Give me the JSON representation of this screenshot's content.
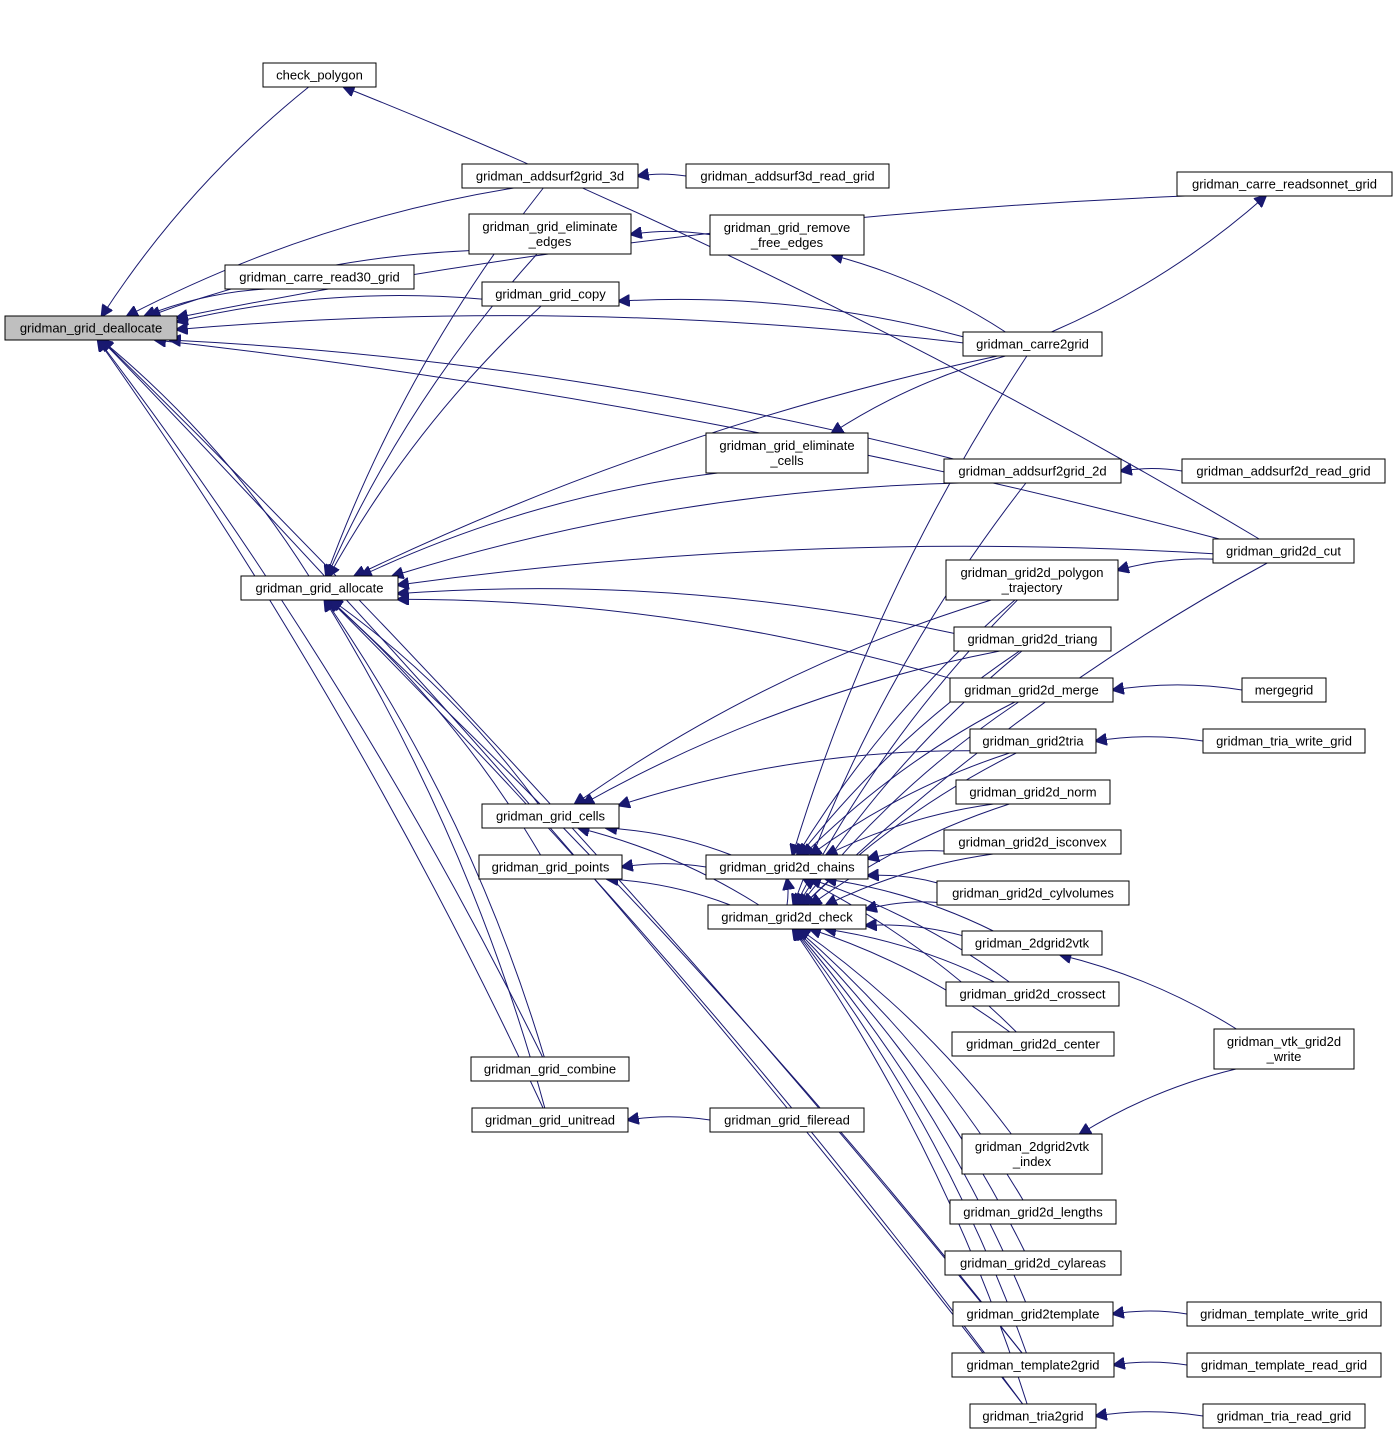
{
  "graph_title": "",
  "colors": {
    "edge": "#191970",
    "node_border": "#000000",
    "root_fill": "#bfbfbf",
    "node_fill": "#ffffff"
  },
  "nodes": {
    "root": {
      "lines": [
        "gridman_grid_deallocate"
      ]
    },
    "check_polygon": {
      "lines": [
        "check_polygon"
      ]
    },
    "addsurf2grid_3d": {
      "lines": [
        "gridman_addsurf2grid_3d"
      ]
    },
    "addsurf3d_read_grid": {
      "lines": [
        "gridman_addsurf3d_read_grid"
      ]
    },
    "grid_eliminate_edges": {
      "lines": [
        "gridman_grid_eliminate",
        "_edges"
      ]
    },
    "grid_remove_free_edges": {
      "lines": [
        "gridman_grid_remove",
        "_free_edges"
      ]
    },
    "carre_read30_grid": {
      "lines": [
        "gridman_carre_read30_grid"
      ]
    },
    "grid_copy": {
      "lines": [
        "gridman_grid_copy"
      ]
    },
    "carre_readsonnet_grid": {
      "lines": [
        "gridman_carre_readsonnet_grid"
      ]
    },
    "carre2grid": {
      "lines": [
        "gridman_carre2grid"
      ]
    },
    "grid_eliminate_cells": {
      "lines": [
        "gridman_grid_eliminate",
        "_cells"
      ]
    },
    "addsurf2grid_2d": {
      "lines": [
        "gridman_addsurf2grid_2d"
      ]
    },
    "addsurf2d_read_grid": {
      "lines": [
        "gridman_addsurf2d_read_grid"
      ]
    },
    "grid2d_cut": {
      "lines": [
        "gridman_grid2d_cut"
      ]
    },
    "grid_allocate": {
      "lines": [
        "gridman_grid_allocate"
      ]
    },
    "grid2d_polygon_trajectory": {
      "lines": [
        "gridman_grid2d_polygon",
        "_trajectory"
      ]
    },
    "grid2d_triang": {
      "lines": [
        "gridman_grid2d_triang"
      ]
    },
    "grid2d_merge": {
      "lines": [
        "gridman_grid2d_merge"
      ]
    },
    "mergegrid": {
      "lines": [
        "mergegrid"
      ]
    },
    "grid2tria": {
      "lines": [
        "gridman_grid2tria"
      ]
    },
    "tria_write_grid": {
      "lines": [
        "gridman_tria_write_grid"
      ]
    },
    "grid2d_norm": {
      "lines": [
        "gridman_grid2d_norm"
      ]
    },
    "grid_cells": {
      "lines": [
        "gridman_grid_cells"
      ]
    },
    "grid2d_isconvex": {
      "lines": [
        "gridman_grid2d_isconvex"
      ]
    },
    "grid_points": {
      "lines": [
        "gridman_grid_points"
      ]
    },
    "grid2d_chains": {
      "lines": [
        "gridman_grid2d_chains"
      ]
    },
    "grid2d_cylvolumes": {
      "lines": [
        "gridman_grid2d_cylvolumes"
      ]
    },
    "grid2d_check": {
      "lines": [
        "gridman_grid2d_check"
      ]
    },
    "2dgrid2vtk": {
      "lines": [
        "gridman_2dgrid2vtk"
      ]
    },
    "grid2d_crossect": {
      "lines": [
        "gridman_grid2d_crossect"
      ]
    },
    "vtk_grid2d_write": {
      "lines": [
        "gridman_vtk_grid2d",
        "_write"
      ]
    },
    "grid2d_center": {
      "lines": [
        "gridman_grid2d_center"
      ]
    },
    "grid_combine": {
      "lines": [
        "gridman_grid_combine"
      ]
    },
    "grid_unitread": {
      "lines": [
        "gridman_grid_unitread"
      ]
    },
    "grid_fileread": {
      "lines": [
        "gridman_grid_fileread"
      ]
    },
    "2dgrid2vtk_index": {
      "lines": [
        "gridman_2dgrid2vtk",
        "_index"
      ]
    },
    "grid2d_lengths": {
      "lines": [
        "gridman_grid2d_lengths"
      ]
    },
    "grid2d_cylareas": {
      "lines": [
        "gridman_grid2d_cylareas"
      ]
    },
    "grid2template": {
      "lines": [
        "gridman_grid2template"
      ]
    },
    "template_write_grid": {
      "lines": [
        "gridman_template_write_grid"
      ]
    },
    "template2grid": {
      "lines": [
        "gridman_template2grid"
      ]
    },
    "template_read_grid": {
      "lines": [
        "gridman_template_read_grid"
      ]
    },
    "tria2grid": {
      "lines": [
        "gridman_tria2grid"
      ]
    },
    "tria_read_grid": {
      "lines": [
        "gridman_tria_read_grid"
      ]
    }
  },
  "edges": [
    [
      "check_polygon",
      "root"
    ],
    [
      "addsurf2grid_3d",
      "root"
    ],
    [
      "grid_eliminate_edges",
      "root"
    ],
    [
      "carre_read30_grid",
      "root"
    ],
    [
      "grid_copy",
      "root"
    ],
    [
      "carre2grid",
      "root"
    ],
    [
      "grid_allocate",
      "root"
    ],
    [
      "grid_unitread",
      "root"
    ],
    [
      "template2grid",
      "root"
    ],
    [
      "tria2grid",
      "root"
    ],
    [
      "carre_readsonnet_grid",
      "root"
    ],
    [
      "addsurf2grid_2d",
      "root"
    ],
    [
      "grid2d_cut",
      "root"
    ],
    [
      "grid_combine",
      "root"
    ],
    [
      "addsurf3d_read_grid",
      "addsurf2grid_3d"
    ],
    [
      "grid_remove_free_edges",
      "grid_eliminate_edges"
    ],
    [
      "carre2grid",
      "grid_remove_free_edges"
    ],
    [
      "carre2grid",
      "grid_copy"
    ],
    [
      "carre2grid",
      "carre_readsonnet_grid"
    ],
    [
      "carre2grid",
      "grid_eliminate_cells"
    ],
    [
      "carre2grid",
      "grid_allocate"
    ],
    [
      "addsurf2d_read_grid",
      "addsurf2grid_2d"
    ],
    [
      "grid2d_cut",
      "check_polygon"
    ],
    [
      "grid2d_cut",
      "grid_allocate"
    ],
    [
      "grid2d_cut",
      "grid2d_polygon_trajectory"
    ],
    [
      "grid2d_cut",
      "grid2d_check"
    ],
    [
      "mergegrid",
      "grid2d_merge"
    ],
    [
      "tria_write_grid",
      "grid2tria"
    ],
    [
      "vtk_grid2d_write",
      "2dgrid2vtk"
    ],
    [
      "vtk_grid2d_write",
      "2dgrid2vtk_index"
    ],
    [
      "fileread_dummy",
      "x"
    ],
    [
      "grid_fileread",
      "grid_unitread"
    ],
    [
      "template_write_grid",
      "grid2template"
    ],
    [
      "template_read_grid",
      "template2grid"
    ],
    [
      "tria_read_grid",
      "tria2grid"
    ],
    [
      "grid_eliminate_cells",
      "grid_allocate"
    ],
    [
      "addsurf2grid_2d",
      "grid_allocate"
    ],
    [
      "grid2d_triang",
      "grid_allocate"
    ],
    [
      "grid2d_merge",
      "grid_allocate"
    ],
    [
      "grid_cells",
      "grid_allocate"
    ],
    [
      "grid_points",
      "grid_allocate"
    ],
    [
      "grid_combine",
      "grid_allocate"
    ],
    [
      "grid_unitread",
      "grid_allocate"
    ],
    [
      "tria2grid",
      "grid_allocate"
    ],
    [
      "template2grid",
      "grid_allocate"
    ],
    [
      "grid_copy",
      "grid_allocate"
    ],
    [
      "grid_eliminate_edges",
      "grid_allocate"
    ],
    [
      "addsurf2grid_3d",
      "grid_allocate"
    ],
    [
      "grid2d_chains",
      "grid_cells"
    ],
    [
      "grid2d_check",
      "grid_cells"
    ],
    [
      "grid2d_triang",
      "grid_cells"
    ],
    [
      "grid2d_polygon_trajectory",
      "grid_cells"
    ],
    [
      "grid2tria",
      "grid_cells"
    ],
    [
      "grid2d_chains",
      "grid_points"
    ],
    [
      "grid2d_check",
      "grid_points"
    ],
    [
      "grid2d_check",
      "grid2d_chains"
    ],
    [
      "grid2d_polygon_trajectory",
      "grid2d_chains"
    ],
    [
      "grid2d_triang",
      "grid2d_chains"
    ],
    [
      "grid2d_merge",
      "grid2d_chains"
    ],
    [
      "grid2tria",
      "grid2d_chains"
    ],
    [
      "grid2d_norm",
      "grid2d_chains"
    ],
    [
      "grid2d_isconvex",
      "grid2d_chains"
    ],
    [
      "grid2d_cylvolumes",
      "grid2d_chains"
    ],
    [
      "2dgrid2vtk",
      "grid2d_chains"
    ],
    [
      "grid2d_crossect",
      "grid2d_chains"
    ],
    [
      "grid2d_center",
      "grid2d_chains"
    ],
    [
      "carre2grid",
      "grid2d_chains"
    ],
    [
      "addsurf2grid_2d",
      "grid2d_check"
    ],
    [
      "grid2d_polygon_trajectory",
      "grid2d_check"
    ],
    [
      "grid2d_triang",
      "grid2d_check"
    ],
    [
      "grid2d_merge",
      "grid2d_check"
    ],
    [
      "grid2tria",
      "grid2d_check"
    ],
    [
      "grid2d_norm",
      "grid2d_check"
    ],
    [
      "grid2d_isconvex",
      "grid2d_check"
    ],
    [
      "grid2d_cylvolumes",
      "grid2d_check"
    ],
    [
      "2dgrid2vtk",
      "grid2d_check"
    ],
    [
      "grid2d_crossect",
      "grid2d_check"
    ],
    [
      "grid2d_center",
      "grid2d_check"
    ],
    [
      "2dgrid2vtk_index",
      "grid2d_check"
    ],
    [
      "grid2d_lengths",
      "grid2d_check"
    ],
    [
      "grid2d_cylareas",
      "grid2d_check"
    ],
    [
      "grid2template",
      "grid2d_check"
    ],
    [
      "template2grid",
      "grid2d_check"
    ],
    [
      "tria2grid",
      "grid2d_check"
    ]
  ]
}
